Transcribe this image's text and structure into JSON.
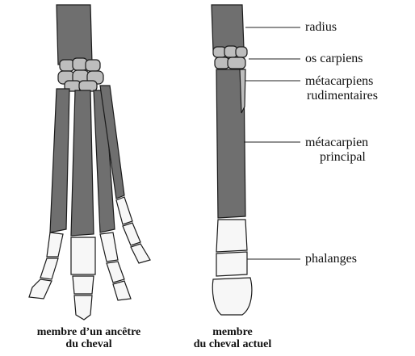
{
  "labels": {
    "radius": "radius",
    "carpal": "os carpiens",
    "rudimentary_1": "métacarpiens",
    "rudimentary_2": "rudimentaires",
    "principal_1": "métacarpien",
    "principal_2": "principal",
    "phalanges": "phalanges"
  },
  "captions": {
    "left_1": "membre d’un ancêtre",
    "left_2": "du cheval",
    "right_1": "membre",
    "right_2": "du cheval actuel"
  },
  "colors": {
    "bone_dark": "#6f6f6f",
    "bone_light": "#f7f7f7",
    "bone_mid": "#bdbdbd",
    "outline": "#1a1a1a"
  }
}
